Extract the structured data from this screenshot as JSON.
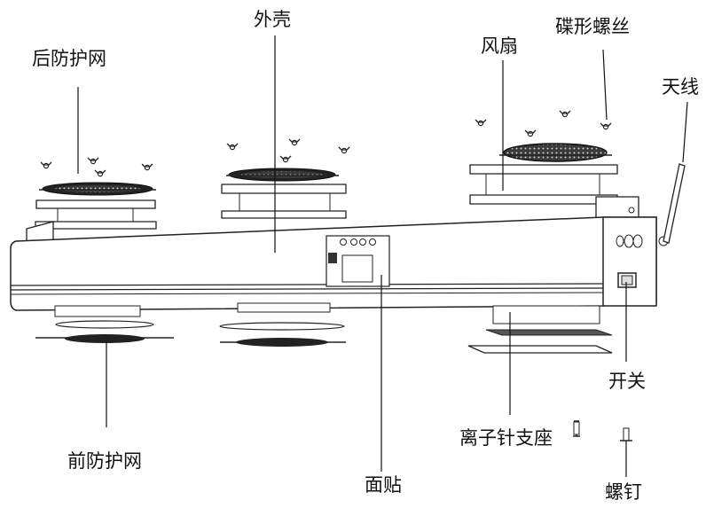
{
  "labels": {
    "rear_guard": "后防护网",
    "housing": "外壳",
    "fan": "风扇",
    "wing_screw": "碟形螺丝",
    "antenna": "天线",
    "front_guard": "前防护网",
    "panel_sticker": "面贴",
    "ion_needle_base": "离子针支座",
    "switch": "开关",
    "screw": "螺钉"
  }
}
